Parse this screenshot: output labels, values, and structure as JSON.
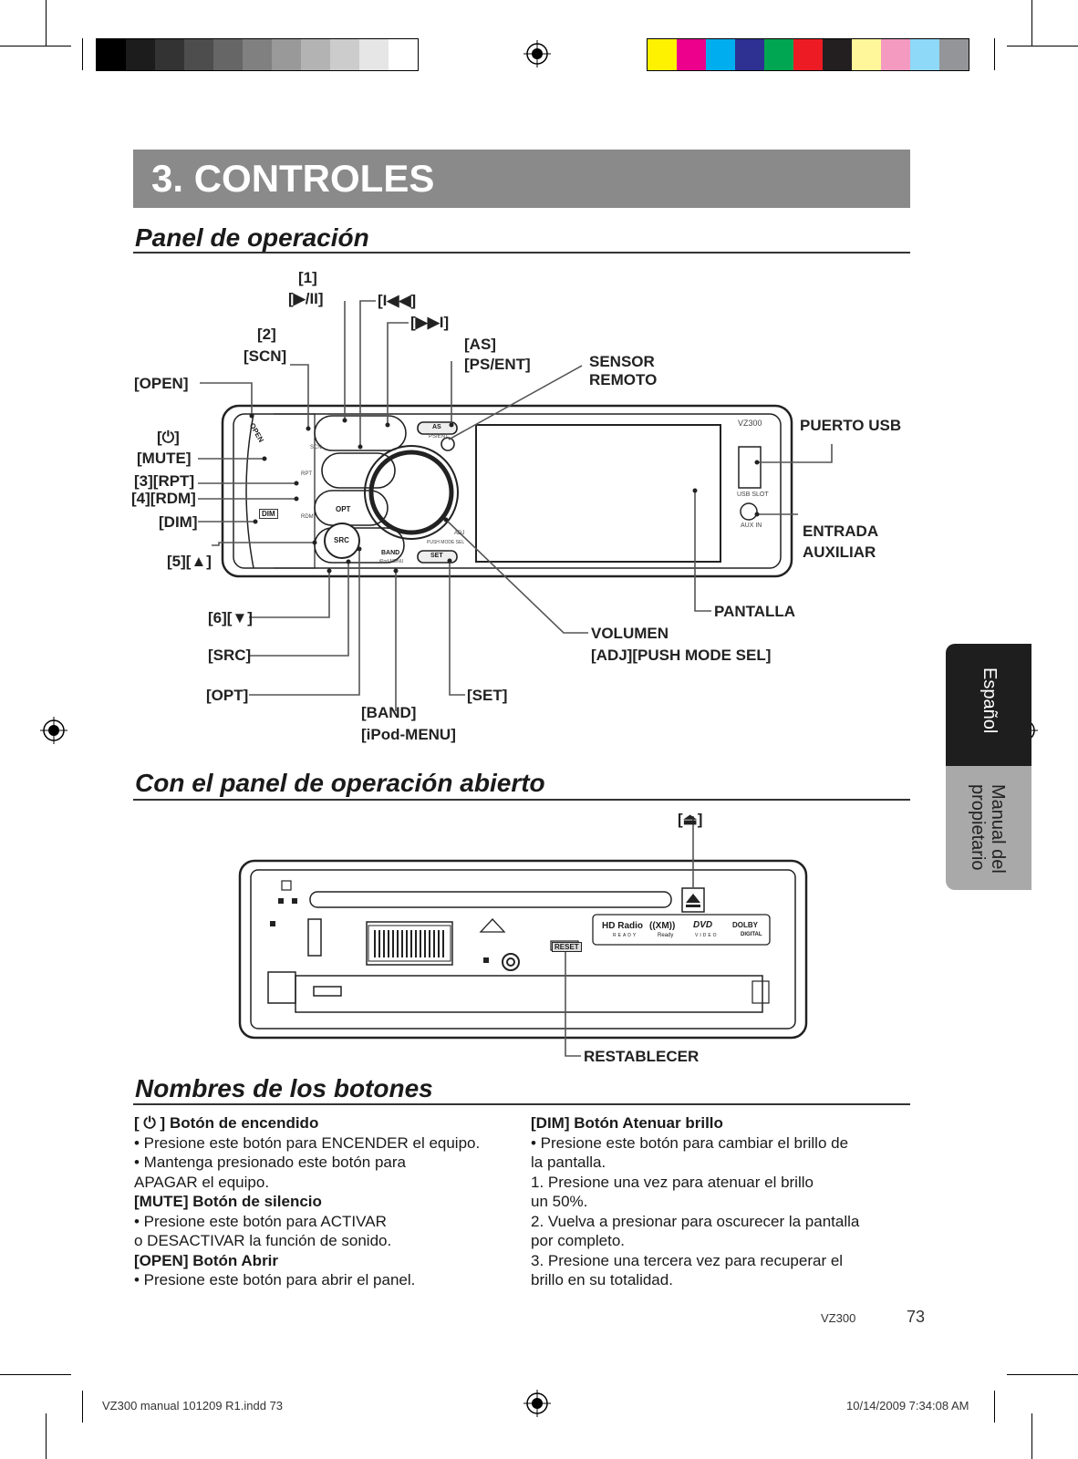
{
  "title": "3. CONTROLES",
  "sections": {
    "panel": "Panel de operación",
    "open_panel": "Con el panel de operación abierto",
    "names": "Nombres de los botones"
  },
  "diagram1": {
    "labels": {
      "l1": "[1]",
      "play": "[▶/II]",
      "prev": "[I◀◀]",
      "next": "[▶▶I]",
      "l2": "[2]",
      "scn": "[SCN]",
      "as": "[AS]",
      "ps_ent": "[PS/ENT]",
      "sensor": "SENSOR",
      "remoto": "REMOTO",
      "open": "[OPEN]",
      "power": "[⏻]",
      "mute": "[MUTE]",
      "rpt": "[3][RPT]",
      "rdm": "[4][RDM]",
      "dim": "[DIM]",
      "up": "[5][▲]",
      "down": "[6][▼]",
      "src": "[SRC]",
      "opt": "[OPT]",
      "band": "[BAND]",
      "ipod_menu": "[iPod-MENU]",
      "set": "[SET]",
      "usb": "PUERTO USB",
      "entrada": "ENTRADA",
      "auxiliar": "AUXILIAR",
      "pantalla": "PANTALLA",
      "volumen": "VOLUMEN",
      "adj": "[ADJ][PUSH MODE SEL]"
    },
    "device": {
      "model": "VZ300",
      "usb_slot": "USB SLOT",
      "aux_in": "AUX IN",
      "as_btn": "AS",
      "ps_ent_btn": "PS/ENT",
      "set_btn": "SET",
      "opt_btn": "OPT",
      "src_btn": "SRC",
      "band_btn": "BAND",
      "ipod_btn": "iPod-MENU",
      "adj_btn": "ADJ",
      "push_mode": "PUSH MODE SEL",
      "open_btn": "OPEN",
      "dim_btn": "DIM",
      "scn_small": "SCN",
      "rpt_small": "RPT",
      "rdm_small": "RDM"
    }
  },
  "diagram2": {
    "eject": "[⏏]",
    "reset": "RESTABLECER",
    "reset_btn": "RESET",
    "logos": {
      "hd": "HD Radio",
      "ready": "READY",
      "xm": "((XM))",
      "xm_ready": "Ready",
      "dvd": "DVD",
      "video": "VIDEO",
      "dolby": "DOLBY",
      "digital": "DIGITAL"
    }
  },
  "col_left": [
    {
      "bold": true,
      "text": "[ ⏻ ] Botón de encendido"
    },
    {
      "bold": false,
      "text": "• Presione este botón para ENCENDER el equipo."
    },
    {
      "bold": false,
      "text": "• Mantenga presionado este botón para"
    },
    {
      "bold": false,
      "text": "   APAGAR el equipo."
    },
    {
      "bold": true,
      "text": "[MUTE] Botón de silencio"
    },
    {
      "bold": false,
      "text": "• Presione este botón para ACTIVAR"
    },
    {
      "bold": false,
      "text": "   o DESACTIVAR la función de sonido."
    },
    {
      "bold": true,
      "text": "[OPEN] Botón Abrir"
    },
    {
      "bold": false,
      "text": "• Presione este botón para abrir el panel."
    }
  ],
  "col_right": [
    {
      "bold": true,
      "text": "[DIM] Botón Atenuar brillo"
    },
    {
      "bold": false,
      "text": "• Presione este botón para cambiar el brillo de"
    },
    {
      "bold": false,
      "text": "   la pantalla."
    },
    {
      "bold": false,
      "text": "1. Presione una vez para atenuar el brillo"
    },
    {
      "bold": false,
      "text": "     un 50%."
    },
    {
      "bold": false,
      "text": "2. Vuelva a presionar para oscurecer la pantalla"
    },
    {
      "bold": false,
      "text": "     por completo."
    },
    {
      "bold": false,
      "text": "3. Presione una tercera vez para recuperar el"
    },
    {
      "bold": false,
      "text": "     brillo en su totalidad."
    }
  ],
  "side_tabs": {
    "lang": "Español",
    "manual_line1": "Manual del",
    "manual_line2": "propietario"
  },
  "page_model": "VZ300",
  "page_number": "73",
  "footer_left": "VZ300 manual 101209 R1.indd   73",
  "footer_right": "10/14/2009   7:34:08 AM",
  "color_bars": {
    "gray": [
      "#000000",
      "#1c1c1c",
      "#333333",
      "#4d4d4d",
      "#666666",
      "#808080",
      "#999999",
      "#b3b3b3",
      "#cccccc",
      "#e6e6e6",
      "#ffffff"
    ],
    "color": [
      "#fff200",
      "#ec008c",
      "#00aeef",
      "#2e3192",
      "#00a651",
      "#ed1c24",
      "#231f20",
      "#fff799",
      "#f49ac1",
      "#8ed8f8",
      "#939598"
    ]
  }
}
